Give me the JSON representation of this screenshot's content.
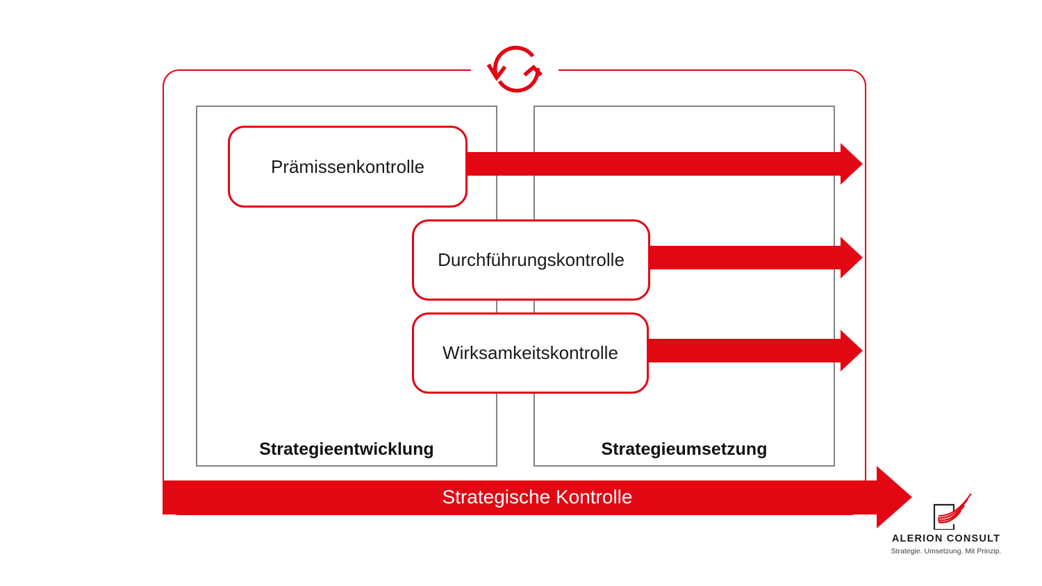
{
  "colors": {
    "accent_red": "#e30613",
    "box_border_gray": "#828282",
    "text_black": "#1a1a1a",
    "arrow_text_white": "#ffffff"
  },
  "diagram": {
    "control_boxes": [
      {
        "label": "Prämissenkontrolle"
      },
      {
        "label": "Durchführungskontrolle"
      },
      {
        "label": "Wirksamkeitskontrolle"
      }
    ],
    "phases": [
      {
        "label": "Strategieentwicklung"
      },
      {
        "label": "Strategieumsetzung"
      }
    ],
    "bottom_arrow_label": "Strategische Kontrolle"
  },
  "logo": {
    "name": "ALERION CONSULT",
    "tagline": "Strategie. Umsetzung. Mit Prinzip."
  }
}
